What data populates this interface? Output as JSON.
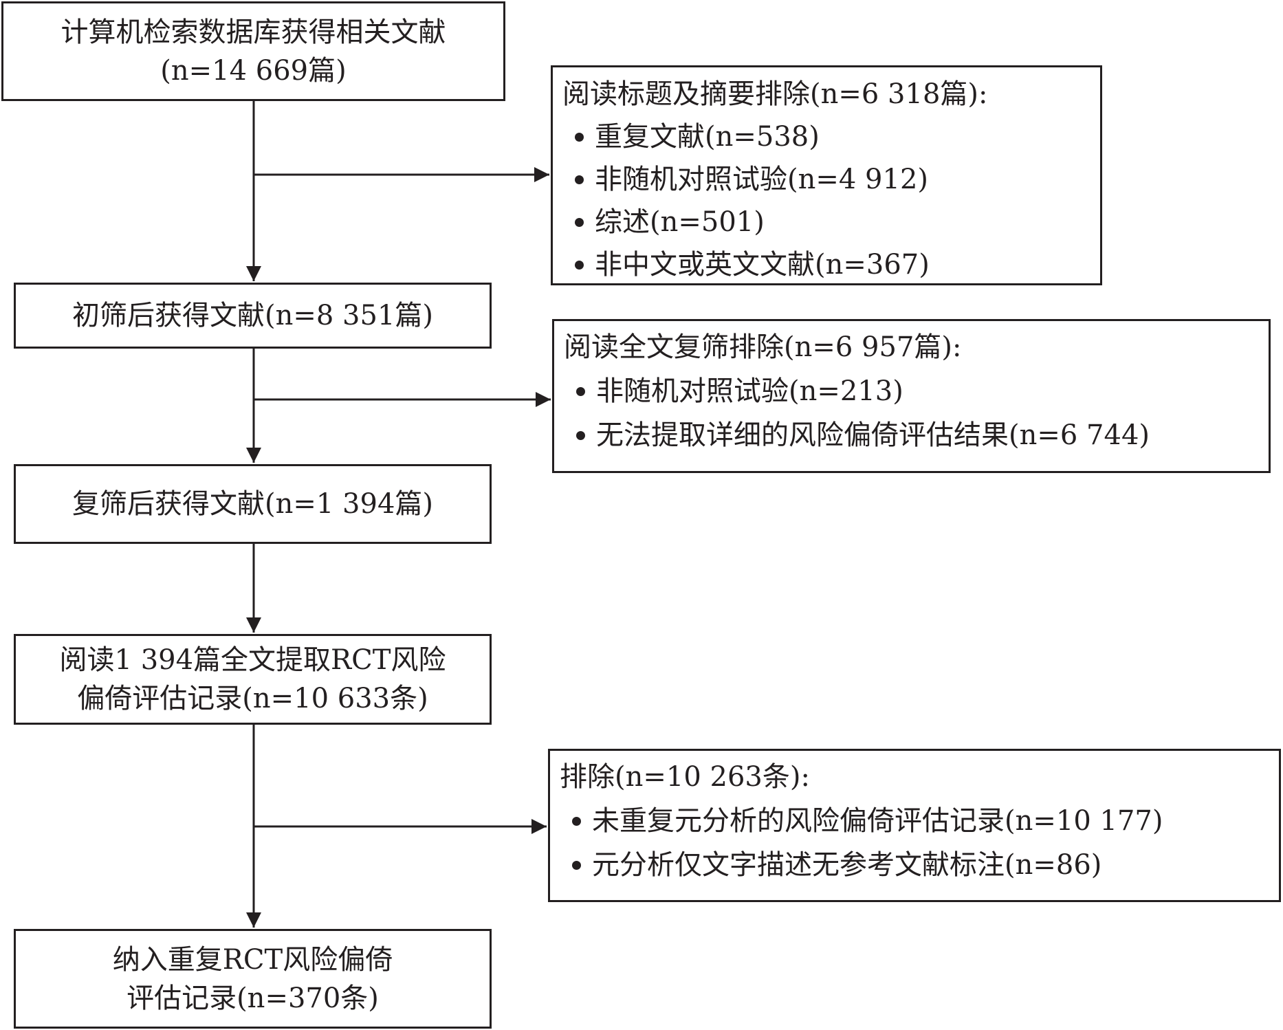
{
  "main_steps": [
    {
      "lines": [
        "计算机检索数据库获得相关文献",
        "(n=14 669篇)"
      ]
    },
    {
      "lines": [
        "初筛后获得文献(n=8 351篇)"
      ]
    },
    {
      "lines": [
        "复筛后获得文献(n=1 394篇)"
      ]
    },
    {
      "lines": [
        "阅读1 394篇全文提取RCT风险",
        "偏倚评估记录(n=10 633条)"
      ]
    },
    {
      "lines": [
        "纳入重复RCT风险偏倚",
        "评估记录(n=370条)"
      ]
    }
  ],
  "exclusions": [
    {
      "title": "阅读标题及摘要排除(n=6 318篇):",
      "items": [
        "重复文献(n=538)",
        "非随机对照试验(n=4 912)",
        "综述(n=501)",
        "非中文或英文文献(n=367)"
      ]
    },
    {
      "title": "阅读全文复筛排除(n=6 957篇):",
      "items": [
        "非随机对照试验(n=213)",
        "无法提取详细的风险偏倚评估结果(n=6 744)"
      ]
    },
    {
      "title": "排除(n=10 263条):",
      "items": [
        "未重复元分析的风险偏倚评估记录(n=10 177)",
        "元分析仅文字描述无参考文献标注(n=86)"
      ]
    }
  ]
}
